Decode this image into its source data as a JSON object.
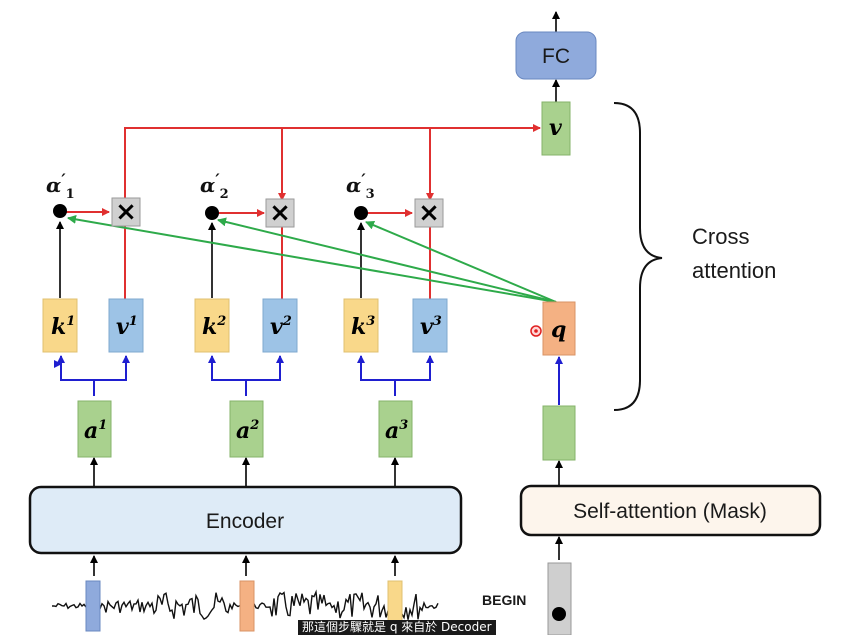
{
  "labels": {
    "fc": "FC",
    "v_out": "v",
    "q": "q",
    "cross_1": "Cross",
    "cross_2": "attention",
    "encoder": "Encoder",
    "self_attention": "Self-attention (Mask)",
    "begin": "BEGIN",
    "times": "×"
  },
  "columns": [
    {
      "alpha": "α",
      "alpha_prime": "′",
      "alpha_sub": "1",
      "k": "k",
      "v": "v",
      "a": "a",
      "sup": "1"
    },
    {
      "alpha": "α",
      "alpha_prime": "′",
      "alpha_sub": "2",
      "k": "k",
      "v": "v",
      "a": "a",
      "sup": "2"
    },
    {
      "alpha": "α",
      "alpha_prime": "′",
      "alpha_sub": "3",
      "k": "k",
      "v": "v",
      "a": "a",
      "sup": "3"
    }
  ],
  "subtitle": "那這個步驟就是 q 來自於 Decoder",
  "colors": {
    "k_fill": "#f9d88a",
    "v_fill": "#9dc3e6",
    "a_fill": "#a9d18e",
    "q_fill": "#f4b183",
    "fc_fill": "#8faadc",
    "encoder_fill": "#deebf7",
    "self_attn_fill": "#fdf5ec",
    "mult_fill": "#d0d0d0",
    "red_line": "#e03030",
    "green_line": "#2eaa4a",
    "blue_line": "#1f1fd0"
  }
}
